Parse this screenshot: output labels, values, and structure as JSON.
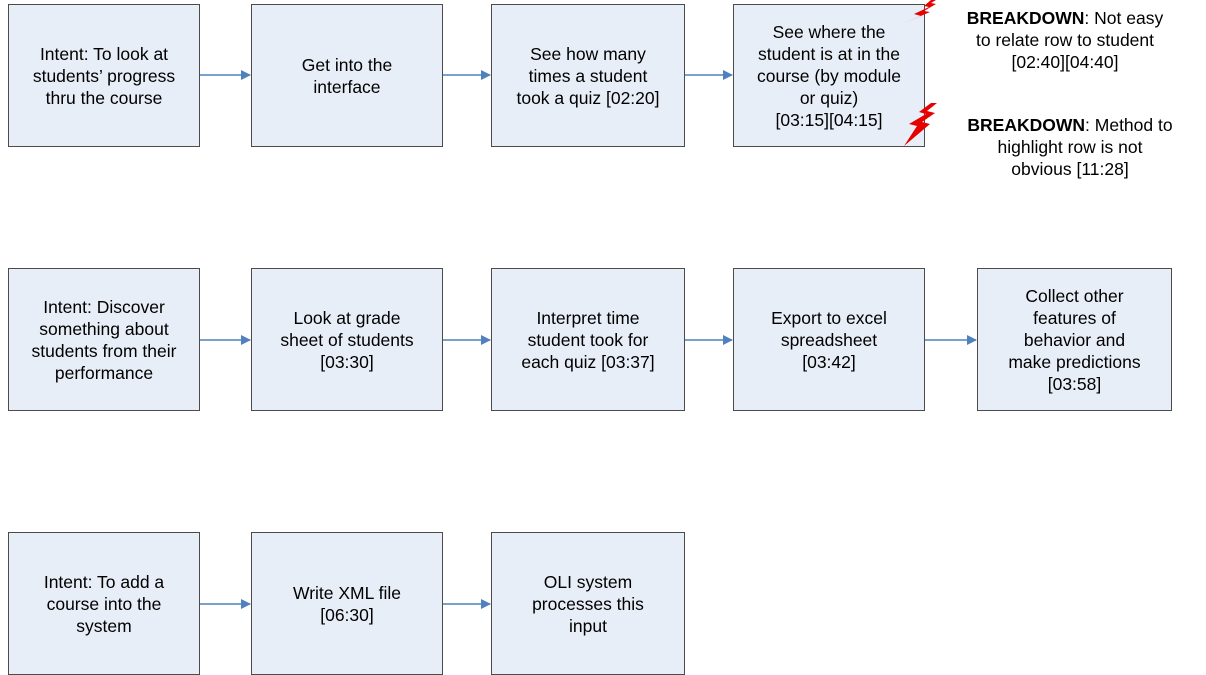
{
  "rows": [
    {
      "boxes": [
        {
          "label": "Intent: To look at\nstudents’ progress\nthru the course"
        },
        {
          "label": "Get into the\ninterface"
        },
        {
          "label": "See how many\ntimes a student\ntook a quiz [02:20]"
        },
        {
          "label": "See where the\nstudent is at in the\ncourse (by module\nor quiz)\n[03:15][04:15]"
        }
      ]
    },
    {
      "boxes": [
        {
          "label": "Intent: Discover\nsomething about\nstudents from their\nperformance"
        },
        {
          "label": "Look at grade\nsheet of students\n[03:30]"
        },
        {
          "label": "Interpret time\nstudent took for\neach quiz [03:37]"
        },
        {
          "label": "Export to excel\nspreadsheet\n[03:42]"
        },
        {
          "label": "Collect other\nfeatures of\nbehavior and\nmake predictions\n[03:58]"
        }
      ]
    },
    {
      "boxes": [
        {
          "label": "Intent: To add a\ncourse into the\nsystem"
        },
        {
          "label": "Write XML file\n[06:30]"
        },
        {
          "label": "OLI system\nprocesses this\ninput"
        }
      ]
    }
  ],
  "breakdowns": [
    {
      "tag": "BREAKDOWN",
      "text": ": Not easy\nto relate row to student\n[02:40][04:40]"
    },
    {
      "tag": "BREAKDOWN",
      "text": ": Method to\nhighlight row is not\nobvious [11:28]"
    }
  ],
  "colors": {
    "box_fill": "#e8eef7",
    "box_border": "#4b4b4b",
    "arrow": "#4f81bd",
    "lightning": "#e60000"
  }
}
